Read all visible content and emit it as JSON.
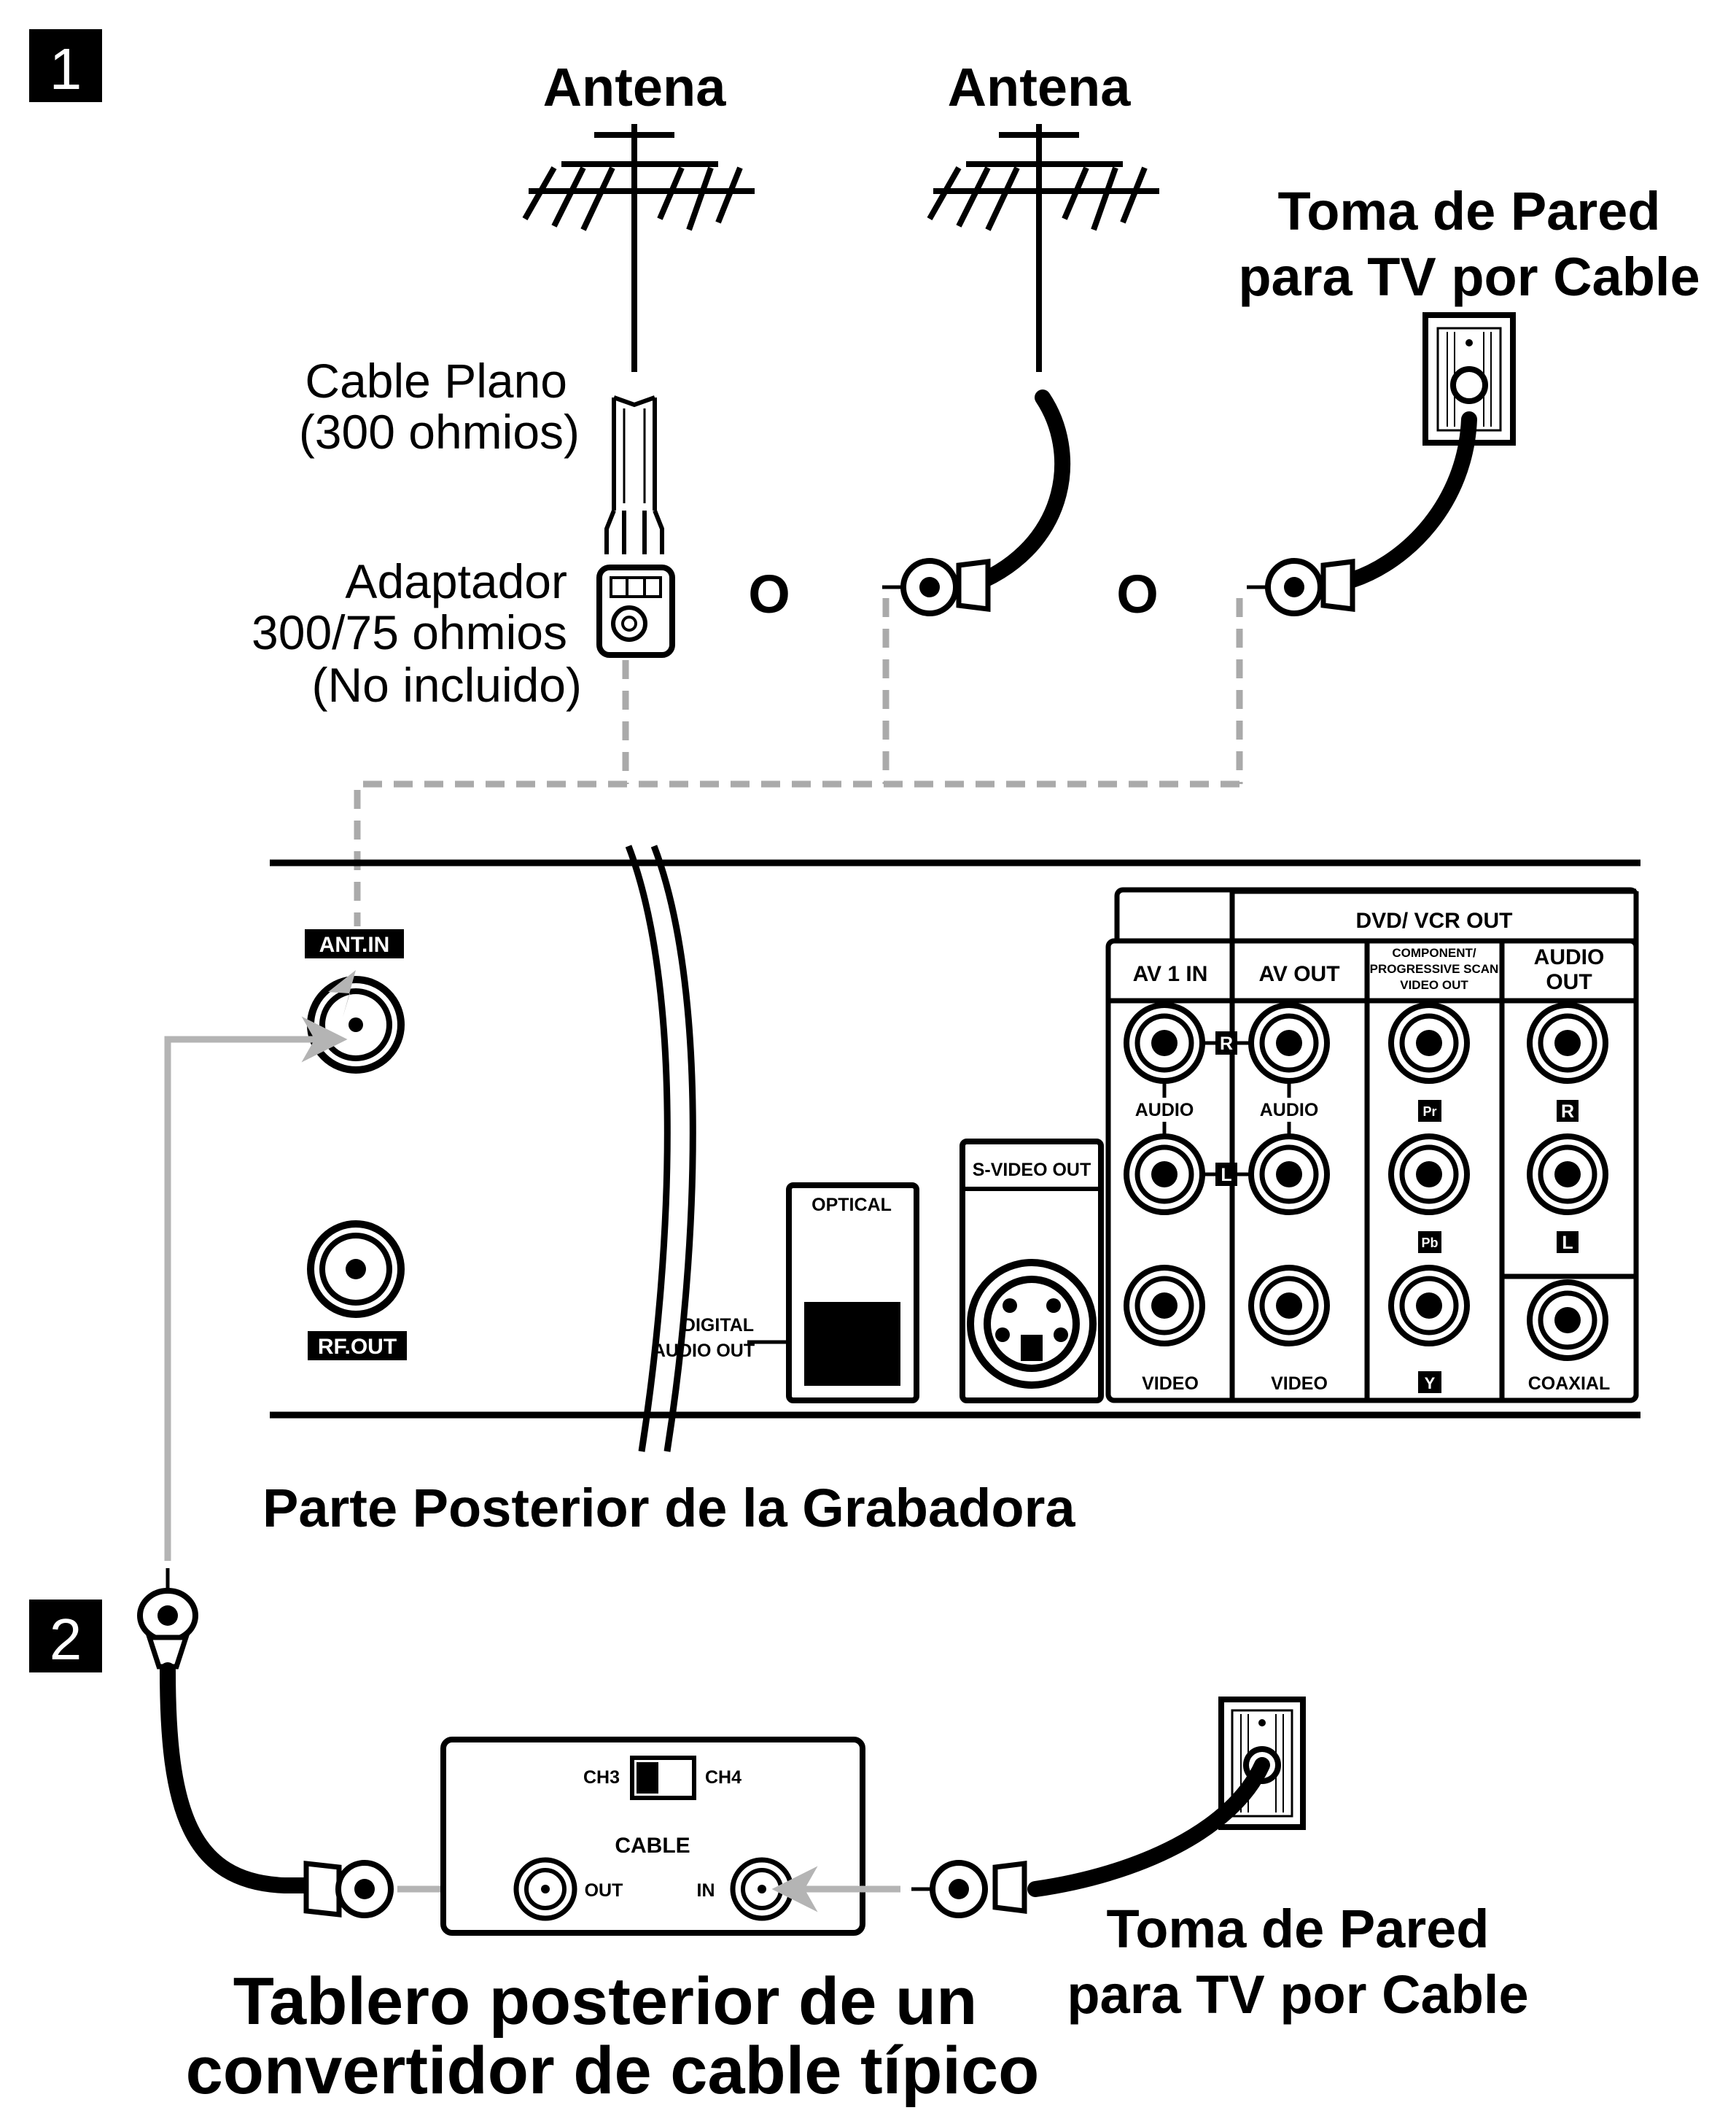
{
  "steps": [
    "1",
    "2"
  ],
  "antennas": [
    "Antena",
    "Antena"
  ],
  "wall_outlet_top": [
    "Toma de Pared",
    "para TV por Cable"
  ],
  "flat_cable": [
    "Cable Plano",
    "(300 ohmios)"
  ],
  "adapter": [
    "Adaptador",
    "300/75 ohmios",
    "(No incluido)"
  ],
  "or_word": "O",
  "recorder": {
    "caption": "Parte Posterior de la Grabadora",
    "ant_in": "ANT.IN",
    "rf_out": "RF.OUT",
    "digital_audio_out": [
      "DIGITAL",
      "AUDIO OUT"
    ],
    "optical": "OPTICAL",
    "svideo_out": "S-VIDEO OUT",
    "dvd_vcr_out": "DVD/ VCR OUT",
    "av1_in": "AV 1 IN",
    "av_out": "AV OUT",
    "component": [
      "COMPONENT/",
      "PROGRESSIVE SCAN",
      "VIDEO OUT"
    ],
    "audio_out": [
      "AUDIO",
      "OUT"
    ],
    "audio": "AUDIO",
    "video": "VIDEO",
    "coaxial": "COAXIAL",
    "r": "R",
    "l": "L",
    "pr": "Pr",
    "pb": "Pb",
    "y": "Y"
  },
  "converter": {
    "ch3": "CH3",
    "ch4": "CH4",
    "cable": "CABLE",
    "out": "OUT",
    "in": "IN",
    "caption": [
      "Tablero posterior de un",
      "convertidor de cable típico"
    ]
  },
  "wall_outlet_bottom": [
    "Toma de Pared",
    "para TV por Cable"
  ]
}
